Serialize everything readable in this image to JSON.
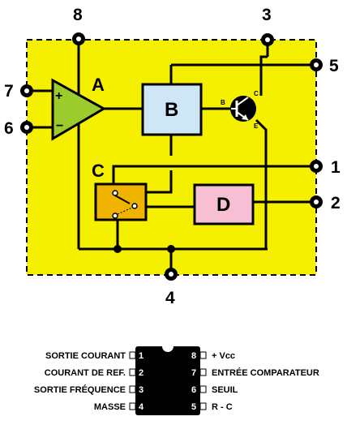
{
  "diagram": {
    "pins": {
      "p1": "1",
      "p2": "2",
      "p3": "3",
      "p4": "4",
      "p5": "5",
      "p6": "6",
      "p7": "7",
      "p8": "8"
    },
    "blocks": {
      "a": "A",
      "b": "B",
      "c": "C",
      "d": "D"
    },
    "opamp_inputs": {
      "plus": "+",
      "minus": "−"
    },
    "transistor": {
      "base": "B",
      "collector": "C",
      "emitter": "E"
    },
    "colors": {
      "board": "#f4f000",
      "opamp": "#9ccc2c",
      "block_b": "#cfe6f7",
      "block_c": "#f0b400",
      "block_d": "#f7bfd4"
    }
  },
  "ic_pinout": {
    "left": [
      {
        "num": "1",
        "label": "SORTIE COURANT"
      },
      {
        "num": "2",
        "label": "COURANT DE REF."
      },
      {
        "num": "3",
        "label": "SORTIE FRÉQUENCE"
      },
      {
        "num": "4",
        "label": "MASSE"
      }
    ],
    "right": [
      {
        "num": "8",
        "label": "+ Vcc"
      },
      {
        "num": "7",
        "label": "ENTRÉE COMPARATEUR"
      },
      {
        "num": "6",
        "label": "SEUIL"
      },
      {
        "num": "5",
        "label": "R - C"
      }
    ]
  }
}
